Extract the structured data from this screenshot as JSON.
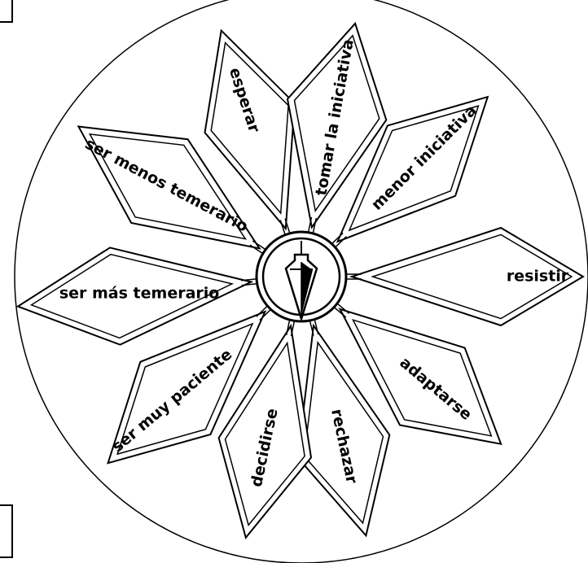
{
  "wheel": {
    "petals": [
      {
        "id": "esperar",
        "label": "esperar"
      },
      {
        "id": "tomar-la-iniciativa",
        "label": "tomar la iniciativa"
      },
      {
        "id": "menor-iniciativa",
        "label": "menor iniciativa"
      },
      {
        "id": "resistir",
        "label": "resistir"
      },
      {
        "id": "adaptarse",
        "label": "adaptarse"
      },
      {
        "id": "rechazar",
        "label": "rechazar"
      },
      {
        "id": "decidirse",
        "label": "decidirse"
      },
      {
        "id": "ser-muy-paciente",
        "label": "ser muy paciente"
      },
      {
        "id": "ser-mas-temerario",
        "label": "ser más temerario"
      },
      {
        "id": "ser-menos-temerario",
        "label": "ser menos temerario"
      }
    ],
    "center_icon": "pendulum-icon",
    "colors": {
      "line": "#000000",
      "fill": "#ffffff"
    }
  }
}
